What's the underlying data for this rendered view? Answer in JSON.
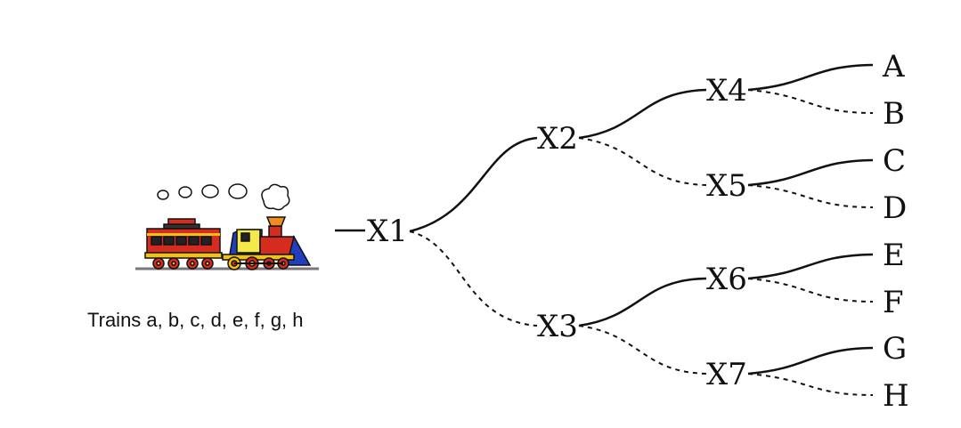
{
  "caption": "Trains a, b, c, d, e, f, g, h",
  "nodes": {
    "x1": "X1",
    "x2": "X2",
    "x3": "X3",
    "x4": "X4",
    "x5": "X5",
    "x6": "X6",
    "x7": "X7",
    "a": "A",
    "b": "B",
    "c": "C",
    "d": "D",
    "e": "E",
    "f": "F",
    "g": "G",
    "h": "H"
  },
  "icon": "steam-train-icon",
  "edges": [
    {
      "from": "X1",
      "to": "X2",
      "style": "solid"
    },
    {
      "from": "X1",
      "to": "X3",
      "style": "dashed"
    },
    {
      "from": "X2",
      "to": "X4",
      "style": "solid"
    },
    {
      "from": "X2",
      "to": "X5",
      "style": "dashed"
    },
    {
      "from": "X3",
      "to": "X6",
      "style": "solid"
    },
    {
      "from": "X3",
      "to": "X7",
      "style": "dashed"
    },
    {
      "from": "X4",
      "to": "A",
      "style": "solid"
    },
    {
      "from": "X4",
      "to": "B",
      "style": "dashed"
    },
    {
      "from": "X5",
      "to": "C",
      "style": "solid"
    },
    {
      "from": "X5",
      "to": "D",
      "style": "dashed"
    },
    {
      "from": "X6",
      "to": "E",
      "style": "solid"
    },
    {
      "from": "X6",
      "to": "F",
      "style": "dashed"
    },
    {
      "from": "X7",
      "to": "G",
      "style": "solid"
    },
    {
      "from": "X7",
      "to": "H",
      "style": "dashed"
    }
  ]
}
